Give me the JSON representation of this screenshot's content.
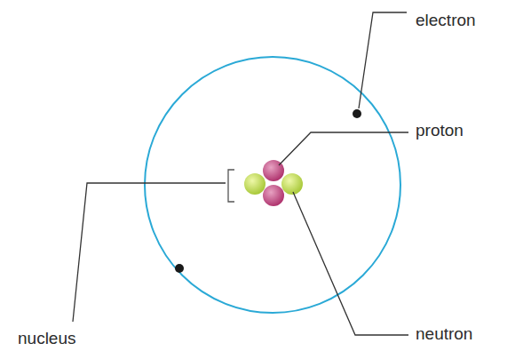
{
  "diagram": {
    "labels": [
      "electron",
      "proton",
      "nucleus",
      "neutron"
    ]
  }
}
